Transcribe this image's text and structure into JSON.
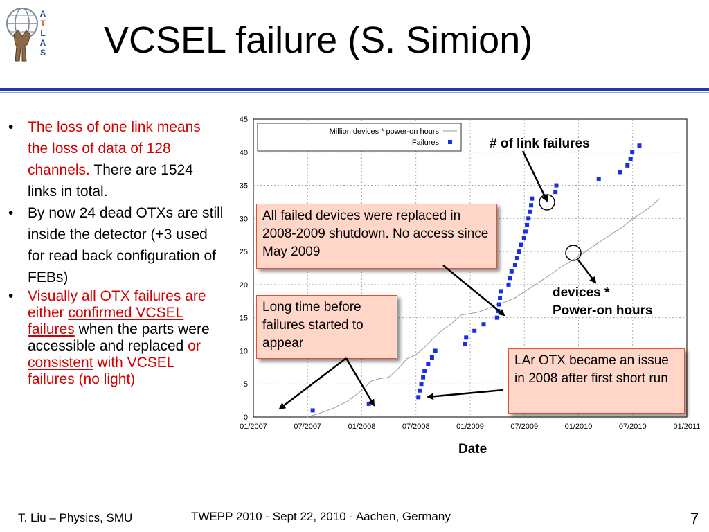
{
  "header": {
    "logo_letters": [
      "A",
      "T",
      "L",
      "A",
      "S"
    ],
    "title": "VCSEL failure (S. Simion)"
  },
  "bullets": {
    "b1_red": "The loss of one link means the loss of data of 128 channels.",
    "b1_black": " There are 1524 links in total.",
    "b2": "By now 24 dead OTXs are still inside the detector (+3 used for read back configuration of FEBs)",
    "b3_part1": "Visually all OTX failures are either ",
    "b3_link1": "confirmed VCSEL failures",
    "b3_part2": " when the parts were accessible and replaced ",
    "b3_part3": "or ",
    "b3_link2": "consistent",
    "b3_part4": " with VCSEL failures (no light)"
  },
  "callouts": {
    "replaced": "All failed devices were replaced in 2008-2009 shutdown. No access since May 2009",
    "long_time": "Long time before failures started to appear",
    "lar_otx": "LAr OTX became an issue in 2008 after first short run"
  },
  "annotations": {
    "link_failures": "# of link failures",
    "devices_line1": "devices *",
    "devices_line2": "Power-on hours",
    "xaxis": "Date"
  },
  "chart_data": {
    "type": "scatter",
    "xlabel": "Date",
    "ylabel": "",
    "x_ticks": [
      "01/2007",
      "07/2007",
      "01/2008",
      "07/2008",
      "01/2009",
      "07/2009",
      "01/2010",
      "07/2010",
      "01/2011"
    ],
    "xlim": [
      "2007-01",
      "2011-01"
    ],
    "ylim": [
      0,
      45
    ],
    "y_ticks": [
      0,
      5,
      10,
      15,
      20,
      25,
      30,
      35,
      40,
      45
    ],
    "grid": true,
    "legend_position": "top-left",
    "series": [
      {
        "name": "Million devices * power-on hours",
        "kind": "line",
        "color": "#999999",
        "points": [
          [
            "2007-07-01",
            0.0
          ],
          [
            "2007-08-15",
            0.6
          ],
          [
            "2007-10-01",
            1.4
          ],
          [
            "2007-11-15",
            2.4
          ],
          [
            "2008-01-01",
            4.0
          ],
          [
            "2008-02-01",
            5.4
          ],
          [
            "2008-03-01",
            5.8
          ],
          [
            "2008-04-01",
            6.0
          ],
          [
            "2008-05-01",
            7.2
          ],
          [
            "2008-06-01",
            8.8
          ],
          [
            "2008-07-01",
            9.4
          ],
          [
            "2008-08-01",
            10.6
          ],
          [
            "2008-09-01",
            12.0
          ],
          [
            "2008-10-01",
            13.2
          ],
          [
            "2008-11-01",
            14.2
          ],
          [
            "2008-12-01",
            15.4
          ],
          [
            "2009-01-01",
            15.6
          ],
          [
            "2009-02-01",
            15.9
          ],
          [
            "2009-03-01",
            16.4
          ],
          [
            "2009-04-01",
            17.0
          ],
          [
            "2009-05-01",
            17.4
          ],
          [
            "2009-06-01",
            18.0
          ],
          [
            "2009-07-01",
            18.9
          ],
          [
            "2009-08-01",
            19.8
          ],
          [
            "2009-09-01",
            20.7
          ],
          [
            "2009-10-01",
            21.6
          ],
          [
            "2009-11-01",
            22.6
          ],
          [
            "2009-12-01",
            23.4
          ],
          [
            "2010-01-01",
            24.3
          ],
          [
            "2010-02-01",
            25.2
          ],
          [
            "2010-03-01",
            26.1
          ],
          [
            "2010-04-01",
            27.0
          ],
          [
            "2010-05-01",
            27.9
          ],
          [
            "2010-06-01",
            28.8
          ],
          [
            "2010-07-01",
            29.9
          ],
          [
            "2010-08-01",
            30.8
          ],
          [
            "2010-09-01",
            31.8
          ],
          [
            "2010-10-01",
            33.0
          ]
        ]
      },
      {
        "name": "Failures",
        "kind": "points",
        "color": "#1a2ee6",
        "points": [
          [
            "2007-07-20",
            1
          ],
          [
            "2008-01-25",
            2
          ],
          [
            "2008-07-10",
            3
          ],
          [
            "2008-07-14",
            4
          ],
          [
            "2008-07-20",
            5
          ],
          [
            "2008-07-26",
            6
          ],
          [
            "2008-07-31",
            7
          ],
          [
            "2008-08-12",
            8
          ],
          [
            "2008-08-25",
            9
          ],
          [
            "2008-09-05",
            10
          ],
          [
            "2008-12-15",
            11
          ],
          [
            "2008-12-18",
            12
          ],
          [
            "2009-01-15",
            13
          ],
          [
            "2009-02-15",
            14
          ],
          [
            "2009-04-01",
            15
          ],
          [
            "2009-04-05",
            16
          ],
          [
            "2009-04-08",
            17
          ],
          [
            "2009-04-11",
            18
          ],
          [
            "2009-04-15",
            19
          ],
          [
            "2009-05-10",
            20
          ],
          [
            "2009-05-15",
            21
          ],
          [
            "2009-05-20",
            22
          ],
          [
            "2009-06-01",
            23
          ],
          [
            "2009-06-08",
            24
          ],
          [
            "2009-06-15",
            25
          ],
          [
            "2009-06-22",
            26
          ],
          [
            "2009-07-01",
            27
          ],
          [
            "2009-07-06",
            28
          ],
          [
            "2009-07-11",
            29
          ],
          [
            "2009-07-16",
            30
          ],
          [
            "2009-07-21",
            31
          ],
          [
            "2009-07-25",
            32
          ],
          [
            "2009-07-28",
            33
          ],
          [
            "2009-10-15",
            34
          ],
          [
            "2009-10-18",
            35
          ],
          [
            "2010-03-10",
            36
          ],
          [
            "2010-05-20",
            37
          ],
          [
            "2010-06-15",
            38
          ],
          [
            "2010-06-25",
            39
          ],
          [
            "2010-07-01",
            40
          ],
          [
            "2010-07-25",
            41
          ]
        ]
      }
    ]
  }
}
